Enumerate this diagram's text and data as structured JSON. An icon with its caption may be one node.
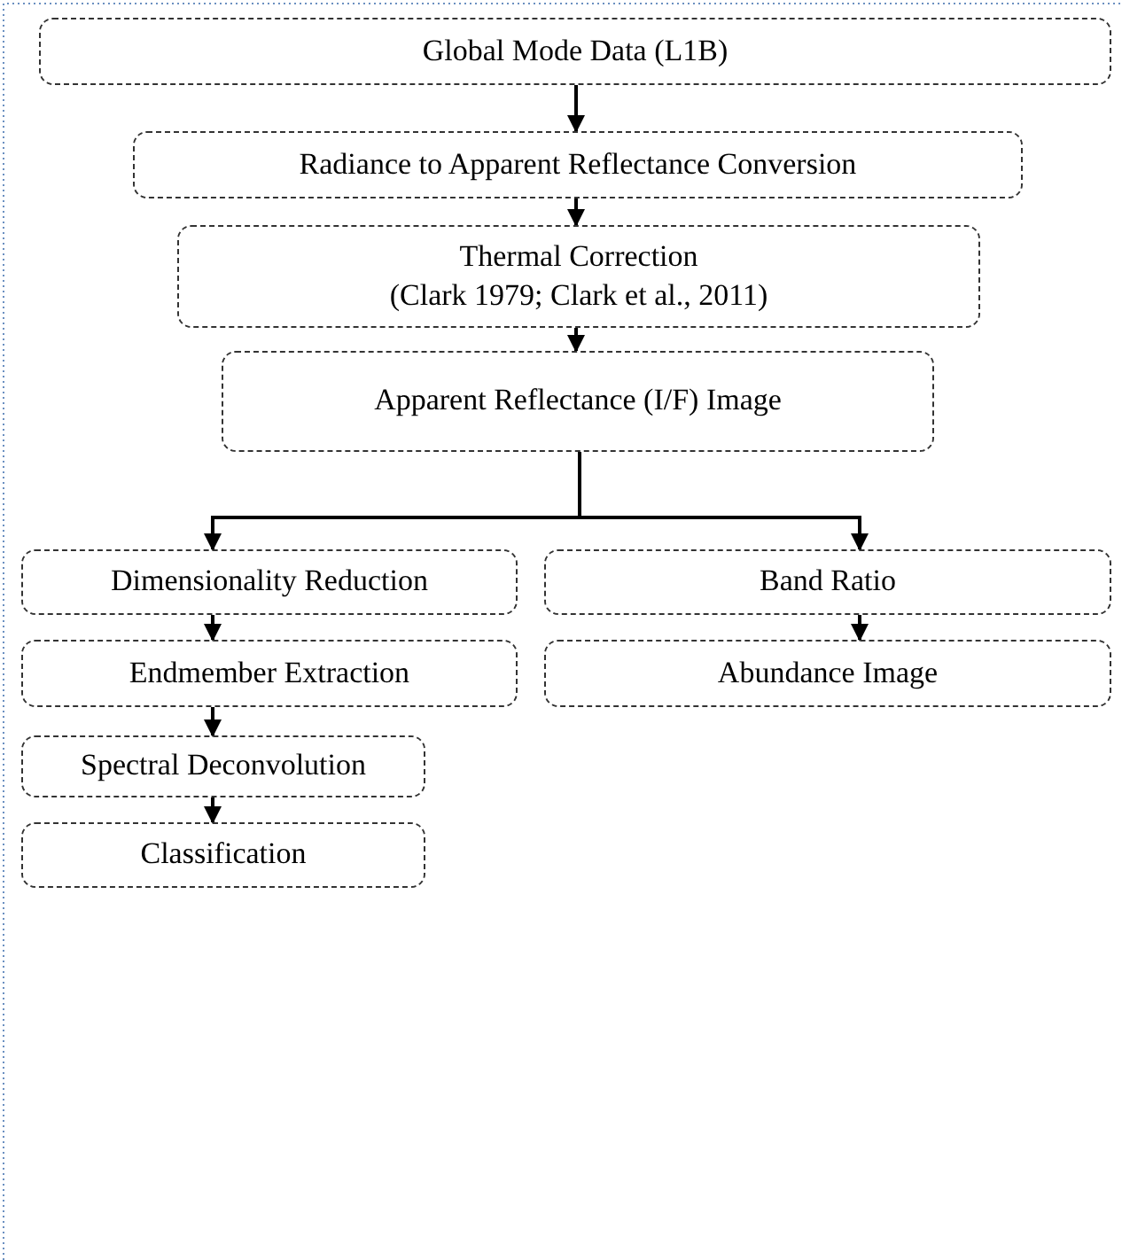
{
  "diagram": {
    "nodes": [
      {
        "text": [
          "Global Mode Data (L1B)"
        ]
      },
      {
        "text": [
          "Radiance to Apparent Reflectance Conversion"
        ]
      },
      {
        "text": [
          "Thermal Correction",
          "(Clark 1979; Clark et al., 2011)"
        ]
      },
      {
        "text": [
          "Apparent Reflectance (I/F) Image"
        ]
      },
      {
        "text": [
          "Dimensionality Reduction"
        ]
      },
      {
        "text": [
          "Band Ratio"
        ]
      },
      {
        "text": [
          "Endmember Extraction"
        ]
      },
      {
        "text": [
          "Abundance Image"
        ]
      },
      {
        "text": [
          "Spectral Deconvolution"
        ]
      },
      {
        "text": [
          "Classification"
        ]
      }
    ],
    "edges": [
      {
        "from": 0,
        "to": 1,
        "arrow": "to"
      },
      {
        "from": 1,
        "to": 2,
        "arrow": "to"
      },
      {
        "from": 2,
        "to": 3,
        "arrow": "to"
      },
      {
        "from": 3,
        "to": 4,
        "arrow": "to"
      },
      {
        "from": 3,
        "to": 5,
        "arrow": "to"
      },
      {
        "from": 4,
        "to": 6,
        "arrow": "to"
      },
      {
        "from": 6,
        "to": 8,
        "arrow": "to"
      },
      {
        "from": 8,
        "to": 9,
        "arrow": "to"
      },
      {
        "from": 5,
        "to": 7,
        "arrow": "to"
      }
    ]
  }
}
